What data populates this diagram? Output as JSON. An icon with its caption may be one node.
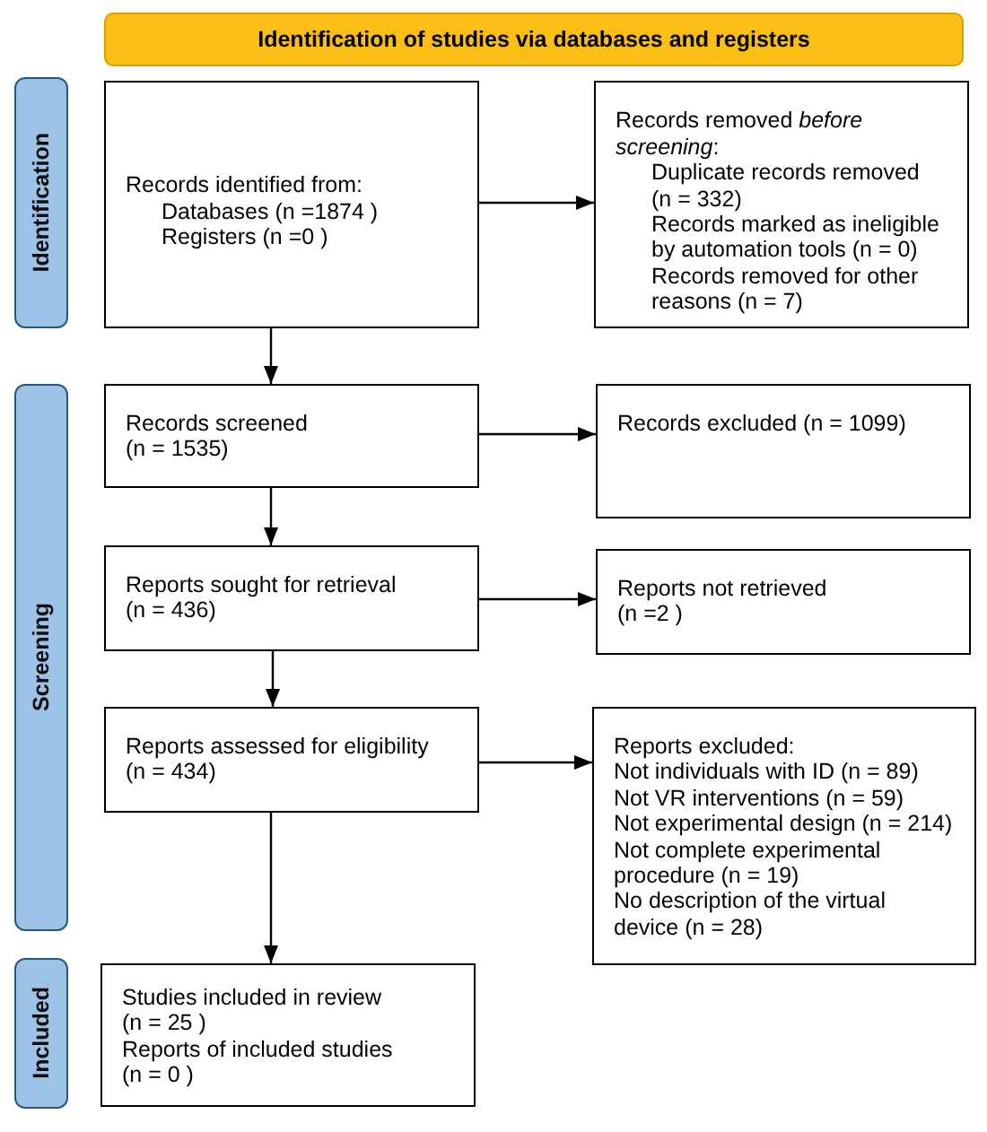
{
  "diagram": {
    "nodes": [
      {
        "text": [
          "Identification of studies via databases and registers"
        ]
      },
      {
        "text": [
          "Identification"
        ]
      },
      {
        "text": [
          "Records identified from:",
          "Databases (n =1874 )",
          "Registers (n =0 )"
        ]
      },
      {
        "text": [
          "Records removed *before screening*:",
          "Duplicate records removed (n = 332)",
          "Records marked as ineligible by automation tools (n = 0)",
          "Records removed for other reasons (n = 7)"
        ]
      },
      {
        "text": [
          "Screening"
        ]
      },
      {
        "text": [
          "Records screened (n = 1535)"
        ]
      },
      {
        "text": [
          "Records excluded (n = 1099)"
        ]
      },
      {
        "text": [
          "Reports sought for retrieval (n = 436)"
        ]
      },
      {
        "text": [
          "Reports not retrieved (n =2 )"
        ]
      },
      {
        "text": [
          "Reports assessed for eligibility (n = 434)"
        ]
      },
      {
        "text": [
          "Reports excluded:",
          "Not individuals with ID (n = 89)",
          "Not VR interventions (n = 59)",
          "Not experimental design (n = 214)",
          "Not complete experimental procedure (n = 19)",
          "No description of the virtual device (n = 28)"
        ]
      },
      {
        "text": [
          "Included"
        ]
      },
      {
        "text": [
          "Studies included in review (n = 25 )",
          "Reports of included studies (n = 0 )"
        ]
      }
    ],
    "edges": [
      {
        "from": 2,
        "to": 3,
        "arrow": "to"
      },
      {
        "from": 2,
        "to": 5,
        "arrow": "to"
      },
      {
        "from": 5,
        "to": 6,
        "arrow": "to"
      },
      {
        "from": 5,
        "to": 7,
        "arrow": "to"
      },
      {
        "from": 7,
        "to": 8,
        "arrow": "to"
      },
      {
        "from": 7,
        "to": 9,
        "arrow": "to"
      },
      {
        "from": 9,
        "to": 10,
        "arrow": "to"
      },
      {
        "from": 9,
        "to": 12,
        "arrow": "to"
      }
    ]
  }
}
